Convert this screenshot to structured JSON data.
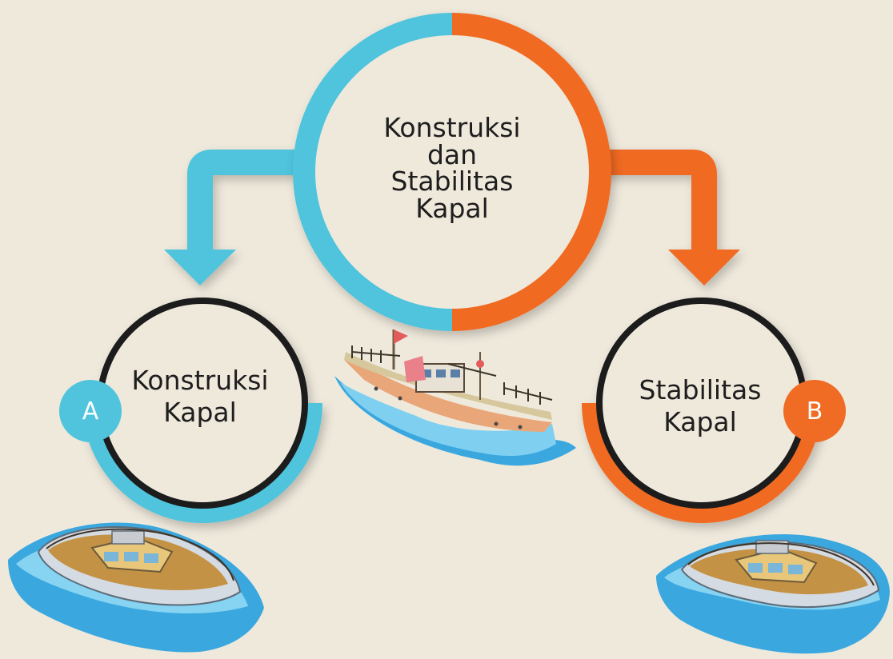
{
  "colors": {
    "background": "#efe9dc",
    "cyan": "#4fc4dc",
    "orange": "#f06b24",
    "ring_dark": "#1c1c1c",
    "circle_fill": "#efe9dc"
  },
  "main_topic": {
    "lines": [
      "Konstruksi",
      "dan",
      "Stabilitas",
      "Kapal"
    ]
  },
  "branch_a": {
    "badge": "A",
    "lines": [
      "Konstruksi",
      "Kapal"
    ]
  },
  "branch_b": {
    "badge": "B",
    "lines": [
      "Stabilitas",
      "Kapal"
    ]
  },
  "illustrations": [
    "fishing-ship-illustration",
    "speedboat-illustration",
    "speedboat-illustration"
  ]
}
